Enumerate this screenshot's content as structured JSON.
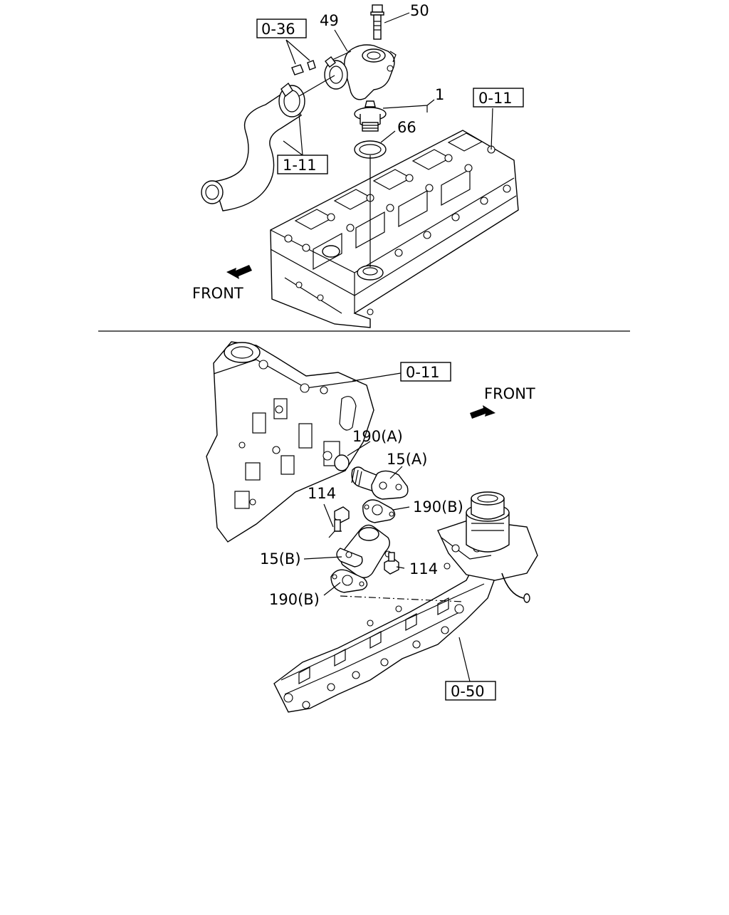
{
  "top_diagram": {
    "ref_boxes": {
      "r036": "0-36",
      "r111": "1-11",
      "r011": "0-11"
    },
    "callouts": {
      "c49": "49",
      "c50": "50",
      "c1": "1",
      "c66": "66"
    },
    "front_label": "FRONT"
  },
  "bottom_diagram": {
    "ref_boxes": {
      "r011": "0-11",
      "r050": "0-50"
    },
    "callouts": {
      "c190a": "190(A)",
      "c15a": "15(A)",
      "c114a": "114",
      "c190b1": "190(B)",
      "c15b": "15(B)",
      "c114b": "114",
      "c190b2": "190(B)"
    },
    "front_label": "FRONT"
  }
}
